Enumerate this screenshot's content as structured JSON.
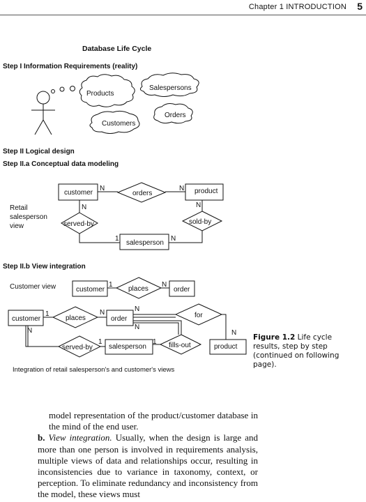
{
  "running_head": {
    "chapter": "Chapter 1  INTRODUCTION",
    "page_number": "5"
  },
  "figure": {
    "title": "Database Life Cycle",
    "step1": "Step I   Information Requirements (reality)",
    "bubbles": [
      "Products",
      "Salespersons",
      "Orders",
      "Customers"
    ],
    "step2": "Step II   Logical design",
    "step2a": "Step II.a  Conceptual data modeling",
    "view_label": [
      "Retail",
      "salesperson",
      "view"
    ],
    "step2b": "Step II.b  View integration",
    "customer_view_label": "Customer view",
    "integration_note": "Integration of retail salesperson's and customer's views",
    "er_a": {
      "customer": "customer",
      "orders": "orders",
      "product": "product",
      "served_by": "served-by",
      "sold_by": "sold-by",
      "salesperson": "salesperson",
      "card": {
        "N": "N",
        "one": "1"
      }
    },
    "er_b": {
      "customer": "customer",
      "places": "places",
      "order": "order",
      "for": "for",
      "fills_out": "fills-out",
      "served_by": "served-by",
      "salesperson": "salesperson",
      "product": "product"
    }
  },
  "caption": {
    "label": "Figure 1.2",
    "text": " Life cycle results, step by step (continued on following page)."
  },
  "body": {
    "para1": "model representation of the product/customer database in the mind of the end user.",
    "item_b_label": "b.",
    "item_b_title": "View integration.",
    "item_b_text": " Usually, when the design is large and more than one person is involved in requirements analysis, multiple views of data and relationships occur, resulting in inconsistencies due to variance in taxonomy, context, or perception. To eliminate redundancy and inconsistency from the model, these views must"
  }
}
